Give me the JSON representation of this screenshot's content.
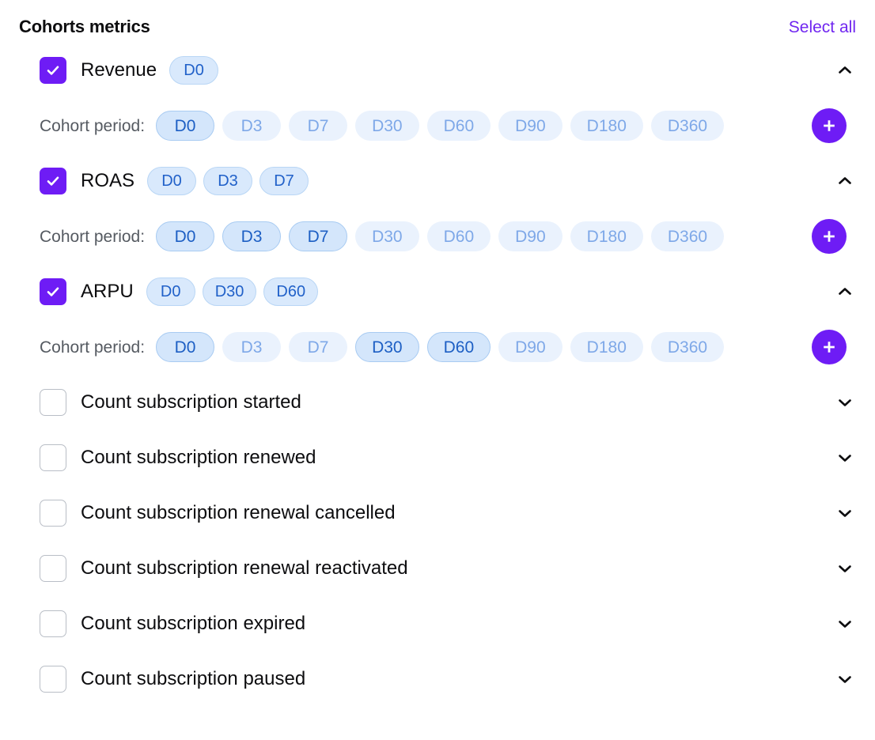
{
  "header": {
    "title": "Cohorts metrics",
    "select_all_label": "Select all"
  },
  "labels": {
    "cohort_period": "Cohort period:",
    "add_icon": "plus-icon",
    "collapse_icon": "chevron-up-icon",
    "expand_icon": "chevron-down-icon",
    "checked_icon": "check-icon"
  },
  "colors": {
    "accent_purple": "#6e1cf5",
    "link_purple": "#7026f0",
    "chip_selected_bg": "#d4e6fb",
    "chip_selected_text": "#1d5fc4",
    "chip_unselected_bg": "#eaf2fd",
    "chip_unselected_text": "#7ea8e8"
  },
  "all_periods": [
    "D0",
    "D3",
    "D7",
    "D30",
    "D60",
    "D90",
    "D180",
    "D360"
  ],
  "metrics": [
    {
      "name": "Revenue",
      "checked": true,
      "expanded": true,
      "selected_periods": [
        "D0"
      ],
      "periods": [
        {
          "label": "D0",
          "selected": true
        },
        {
          "label": "D3",
          "selected": false
        },
        {
          "label": "D7",
          "selected": false
        },
        {
          "label": "D30",
          "selected": false
        },
        {
          "label": "D60",
          "selected": false
        },
        {
          "label": "D90",
          "selected": false
        },
        {
          "label": "D180",
          "selected": false
        },
        {
          "label": "D360",
          "selected": false
        }
      ]
    },
    {
      "name": "ROAS",
      "checked": true,
      "expanded": true,
      "selected_periods": [
        "D0",
        "D3",
        "D7"
      ],
      "periods": [
        {
          "label": "D0",
          "selected": true
        },
        {
          "label": "D3",
          "selected": true
        },
        {
          "label": "D7",
          "selected": true
        },
        {
          "label": "D30",
          "selected": false
        },
        {
          "label": "D60",
          "selected": false
        },
        {
          "label": "D90",
          "selected": false
        },
        {
          "label": "D180",
          "selected": false
        },
        {
          "label": "D360",
          "selected": false
        }
      ]
    },
    {
      "name": "ARPU",
      "checked": true,
      "expanded": true,
      "selected_periods": [
        "D0",
        "D30",
        "D60"
      ],
      "periods": [
        {
          "label": "D0",
          "selected": true
        },
        {
          "label": "D3",
          "selected": false
        },
        {
          "label": "D7",
          "selected": false
        },
        {
          "label": "D30",
          "selected": true
        },
        {
          "label": "D60",
          "selected": true
        },
        {
          "label": "D90",
          "selected": false
        },
        {
          "label": "D180",
          "selected": false
        },
        {
          "label": "D360",
          "selected": false
        }
      ]
    },
    {
      "name": "Count subscription started",
      "checked": false,
      "expanded": false,
      "selected_periods": [],
      "periods": []
    },
    {
      "name": "Count subscription renewed",
      "checked": false,
      "expanded": false,
      "selected_periods": [],
      "periods": []
    },
    {
      "name": "Count subscription renewal cancelled",
      "checked": false,
      "expanded": false,
      "selected_periods": [],
      "periods": []
    },
    {
      "name": "Count subscription renewal reactivated",
      "checked": false,
      "expanded": false,
      "selected_periods": [],
      "periods": []
    },
    {
      "name": "Count subscription expired",
      "checked": false,
      "expanded": false,
      "selected_periods": [],
      "periods": []
    },
    {
      "name": "Count subscription paused",
      "checked": false,
      "expanded": false,
      "selected_periods": [],
      "periods": []
    }
  ]
}
